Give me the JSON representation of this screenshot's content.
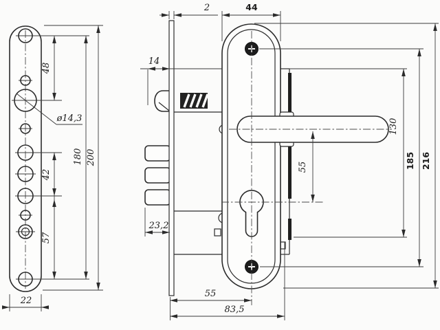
{
  "meta": {
    "description": "Technical drawing of a mortise door lock: faceplate front view (left) and lock body side view with escutcheon plate, lever handle and euro cylinder (right)",
    "background_color": "#fbfbfa",
    "ink_color": "#2b2b2b"
  },
  "dims": {
    "plate_width": "22",
    "plate_height": "200",
    "plate_hole_span": "180",
    "hole_spacing_top": "48",
    "hole_spacing_mid": "42",
    "hole_spacing_bottom": "57",
    "hole_diameter": "ø14,3",
    "faceplate_thickness": "2",
    "escutcheon_width": "44",
    "latch_projection": "14",
    "deadbolt_projection": "23,2",
    "backset": "55",
    "case_depth": "83,5",
    "axis_to_cylinder": "55",
    "case_span": "130",
    "screw_spacing": "185",
    "escutcheon_height": "216"
  }
}
